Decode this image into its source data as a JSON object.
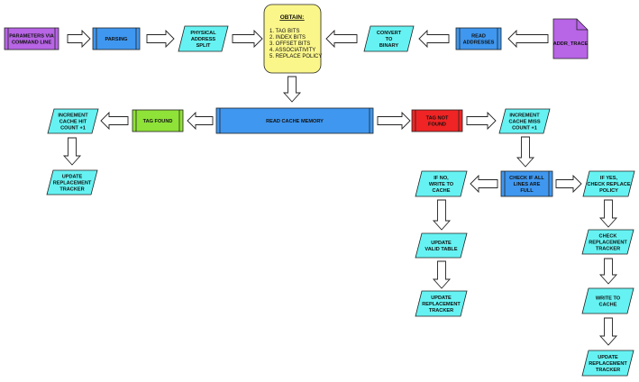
{
  "colors": {
    "purple": "#b865e6",
    "blue": "#3f97ef",
    "cyan": "#66f2f2",
    "yellow": "#fbf68a",
    "green": "#8fe238",
    "red": "#f02424",
    "stroke": "#222222"
  },
  "nodes": {
    "params": [
      "PARAMETERS VIA",
      "COMMAND LINE"
    ],
    "parsing": [
      "PARSING"
    ],
    "physical_split": [
      "PHYSICAL",
      "ADDRESS",
      "SPLIT"
    ],
    "obtain": {
      "title": "OBTAIN:",
      "items": [
        "1. TAG BITS",
        "2. INDEX BITS",
        "3. OFFSET BITS",
        "4. ASSOCIATIVITY",
        "5. REPLACE POLICY"
      ]
    },
    "convert_binary": [
      "CONVERT",
      "TO",
      "BINARY"
    ],
    "read_addresses": [
      "READ",
      "ADDRESSES"
    ],
    "addr_trace": [
      "ADDR_TRACE"
    ],
    "read_cache_memory": [
      "READ CACHE MEMORY"
    ],
    "tag_found": [
      "TAG FOUND"
    ],
    "tag_not_found": [
      "TAG NOT",
      "FOUND"
    ],
    "inc_hit": [
      "INCREMENT",
      "CACHE HIT",
      "COUNT +1"
    ],
    "inc_miss": [
      "INCREMENT",
      "CACHE MISS",
      "COUNT +1"
    ],
    "update_tracker_left": [
      "UPDATE",
      "REPLACEMENT",
      "TRACKER"
    ],
    "check_lines_full": [
      "CHECK IF ALL",
      "LINES ARE",
      "FULL"
    ],
    "if_no_write": [
      "IF NO,",
      "WRITE TO",
      "CACHE"
    ],
    "if_yes_check": [
      "IF YES,",
      "CHECK REPLACE",
      "POLICY"
    ],
    "update_valid_table": [
      "UPDATE",
      "VALID TABLE"
    ],
    "update_tracker_mid": [
      "UPDATE",
      "REPLACEMENT",
      "TRACKER"
    ],
    "check_tracker": [
      "CHECK",
      "REPLACEMENT",
      "TRACKER"
    ],
    "write_to_cache": [
      "WRITE TO",
      "CACHE"
    ],
    "update_tracker_right": [
      "UPDATE",
      "REPLACEMENT",
      "TRACKER"
    ]
  }
}
